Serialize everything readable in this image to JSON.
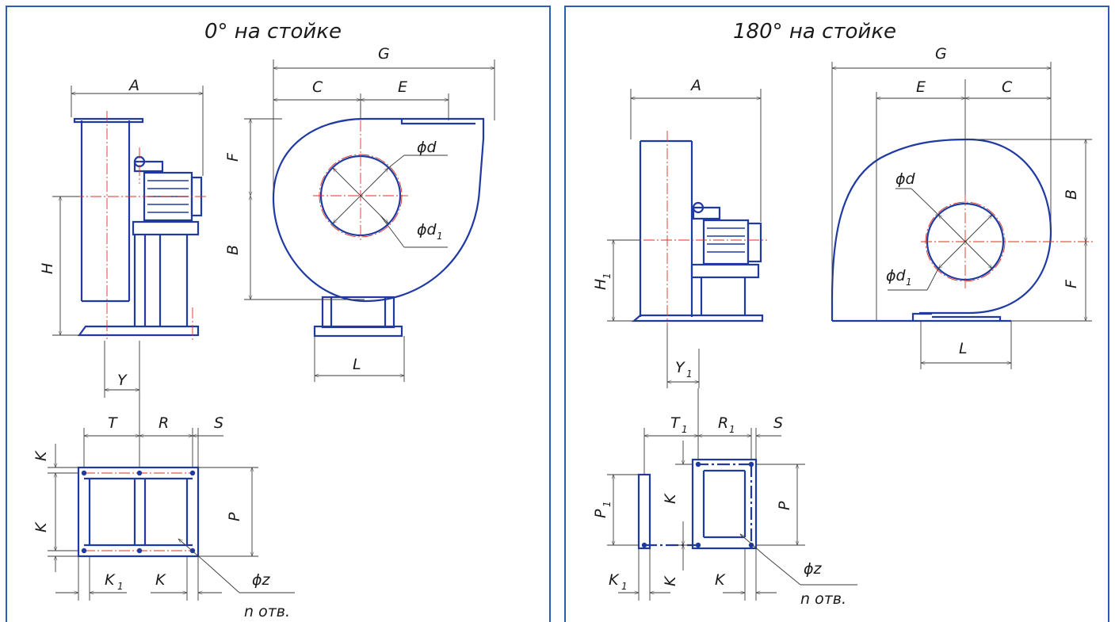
{
  "views": {
    "left": {
      "title": "0° на стойке",
      "labels": {
        "A": "A",
        "G": "G",
        "C": "C",
        "E": "E",
        "F": "F",
        "B": "B",
        "H": "H",
        "L": "L",
        "Y": "Y",
        "T": "T",
        "R": "R",
        "S": "S",
        "P": "P",
        "K": "K",
        "K1": "K",
        "d": "ϕd",
        "d1": "ϕd",
        "z": "ϕz",
        "holes": "n отв."
      }
    },
    "right": {
      "title": "180° на стойке",
      "labels": {
        "A": "A",
        "G": "G",
        "C": "C",
        "E": "E",
        "F": "F",
        "B": "B",
        "H1": "H",
        "L": "L",
        "Y1": "Y",
        "T1": "T",
        "R1": "R",
        "S": "S",
        "P": "P",
        "P1": "P",
        "K": "K",
        "K1": "K",
        "d": "ϕd",
        "d1": "ϕd",
        "z": "ϕz",
        "holes": "n отв."
      }
    },
    "subscript": "1"
  },
  "colors": {
    "object_line": "#1f3aa3",
    "center_line": "#e03020",
    "frame": "#2a5fb0",
    "dimension_line": "#3a3a3a"
  }
}
